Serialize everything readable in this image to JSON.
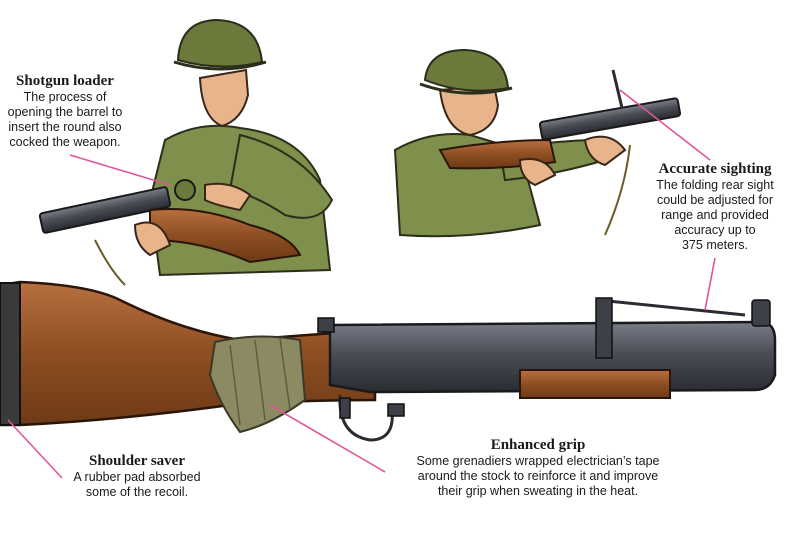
{
  "callouts": {
    "shotgun_loader": {
      "title": "Shotgun loader",
      "l1": "The process of",
      "l2": "opening the barrel to",
      "l3": "insert the round also",
      "l4": "cocked the weapon."
    },
    "accurate_sighting": {
      "title": "Accurate sighting",
      "l1": "The folding rear sight",
      "l2": "could be adjusted for",
      "l3": "range and provided",
      "l4": "accuracy up to",
      "l5": "375 meters."
    },
    "shoulder_saver": {
      "title": "Shoulder saver",
      "l1": "A rubber pad absorbed",
      "l2": "some of the recoil."
    },
    "enhanced_grip": {
      "title": "Enhanced grip",
      "l1": "Some grenadiers wrapped electrician’s tape",
      "l2": "around the stock to reinforce it and improve",
      "l3": "their grip when sweating in the heat."
    }
  },
  "colors": {
    "leader_line": "#e0559a",
    "helmet": "#6b7a3a",
    "uniform": "#7f8f4c",
    "wood": "#9a5a2c",
    "metal": "#3e4048",
    "skin": "#e8b48c",
    "tape": "#8b8a63"
  },
  "icons": [
    "soldier-loading-illustration",
    "soldier-aiming-illustration",
    "grenade-launcher-illustration"
  ]
}
